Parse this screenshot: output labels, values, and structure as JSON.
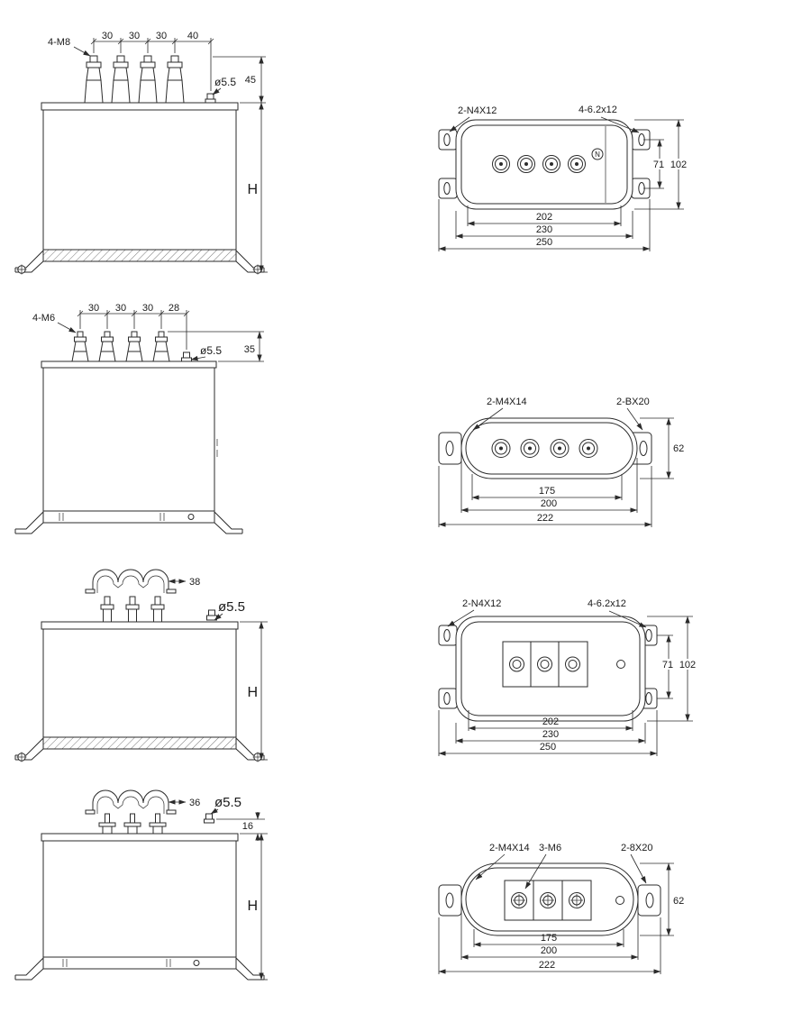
{
  "page": {
    "bg": "#ffffff",
    "line_color": "#2b2b2b"
  },
  "views": {
    "r1f": {
      "bolt_label": "4-M8",
      "pitch": [
        "30",
        "30",
        "30",
        "40"
      ],
      "stud_dia": "ø5.5",
      "terminal_height": "45",
      "height_label": "H"
    },
    "r1t": {
      "mount_label": "2-N4X12",
      "slot_label": "4-6.2x12",
      "neutral": "N",
      "dims_right": [
        "71",
        "102"
      ],
      "widths": [
        "202",
        "230",
        "250"
      ]
    },
    "r2f": {
      "bolt_label": "4-M6",
      "pitch": [
        "30",
        "30",
        "30",
        "28"
      ],
      "stud_dia": "ø5.5",
      "terminal_height": "35"
    },
    "r2t": {
      "mount_label": "2-M4X14",
      "slot_label": "2-BX20",
      "height": "62",
      "widths": [
        "175",
        "200",
        "222"
      ]
    },
    "r3f": {
      "cover_dim": "38",
      "stud_dia": "ø5.5",
      "height_label": "H"
    },
    "r3t": {
      "mount_label": "2-N4X12",
      "slot_label": "4-6.2x12",
      "dims_right": [
        "71",
        "102"
      ],
      "widths": [
        "202",
        "230",
        "250"
      ]
    },
    "r4f": {
      "cover_dim": "36",
      "stud_dia": "ø5.5",
      "lid_offset": "16",
      "height_label": "H"
    },
    "r4t": {
      "labels": [
        "2-M4X14",
        "3-M6",
        "2-8X20"
      ],
      "height": "62",
      "widths": [
        "175",
        "200",
        "222"
      ]
    }
  }
}
